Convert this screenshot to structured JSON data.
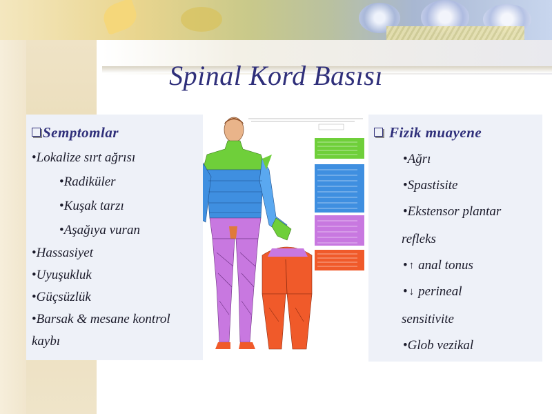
{
  "slide": {
    "title": "Spinal Kord Basısı"
  },
  "left_panel": {
    "heading": "Semptomlar",
    "items": [
      {
        "bullet": "•",
        "text": "Lokalize sırt ağrısı"
      },
      {
        "bullet": "•",
        "text": "Radiküler"
      },
      {
        "bullet": "•",
        "text": "Kuşak tarzı"
      },
      {
        "bullet": "•",
        "text": "Aşağıya vuran"
      },
      {
        "bullet": "•",
        "text": "Hassasiyet"
      },
      {
        "bullet": "•",
        "text": "Uyuşukluk"
      },
      {
        "bullet": "•",
        "text": "Güçsüzlük"
      },
      {
        "bullet": "•",
        "text": "Barsak & mesane kontrol"
      },
      {
        "bullet": "",
        "text": "kaybı"
      }
    ]
  },
  "right_panel": {
    "heading": "Fizik muayene",
    "items": [
      {
        "bullet": "•",
        "text": "Ağrı"
      },
      {
        "bullet": "•",
        "text": "Spastisite"
      },
      {
        "bullet": "•",
        "text": "Ekstensor plantar"
      },
      {
        "bullet": "",
        "text": "refleks"
      },
      {
        "bullet": "•",
        "arrow": "↑",
        "text": "anal tonus"
      },
      {
        "bullet": "•",
        "arrow": "↓",
        "text": "perineal"
      },
      {
        "bullet": "",
        "text": "sensitivite"
      },
      {
        "bullet": "•",
        "text": "Glob vezikal"
      }
    ]
  },
  "colors": {
    "title": "#2f2f7a",
    "panel_bg": "#eef1f8",
    "dermatome_cervical": "#6fcf3a",
    "dermatome_thoracic": "#3f8fe0",
    "dermatome_lumbar": "#c878e0",
    "dermatome_sacral": "#f05a2a"
  }
}
